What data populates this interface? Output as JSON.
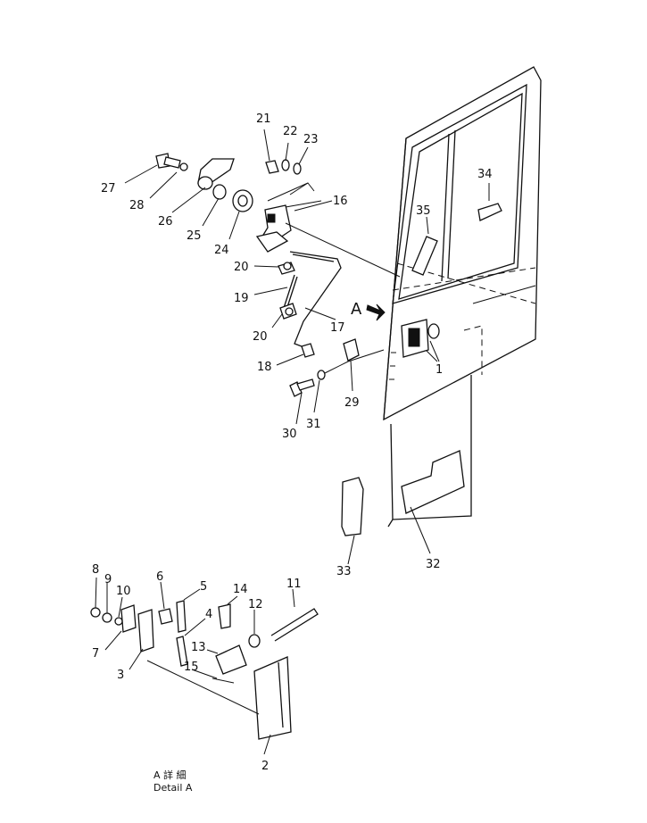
{
  "callouts": [
    "1",
    "2",
    "3",
    "4",
    "5",
    "6",
    "7",
    "8",
    "9",
    "10",
    "11",
    "12",
    "13",
    "14",
    "15",
    "16",
    "17",
    "18",
    "19",
    "20",
    "21",
    "22",
    "23",
    "24",
    "25",
    "26",
    "27",
    "28",
    "29",
    "30",
    "31",
    "32",
    "33",
    "34",
    "35"
  ],
  "view_marker": "A",
  "caption": {
    "line1": "A 詳 細",
    "line2": "Detail A"
  }
}
